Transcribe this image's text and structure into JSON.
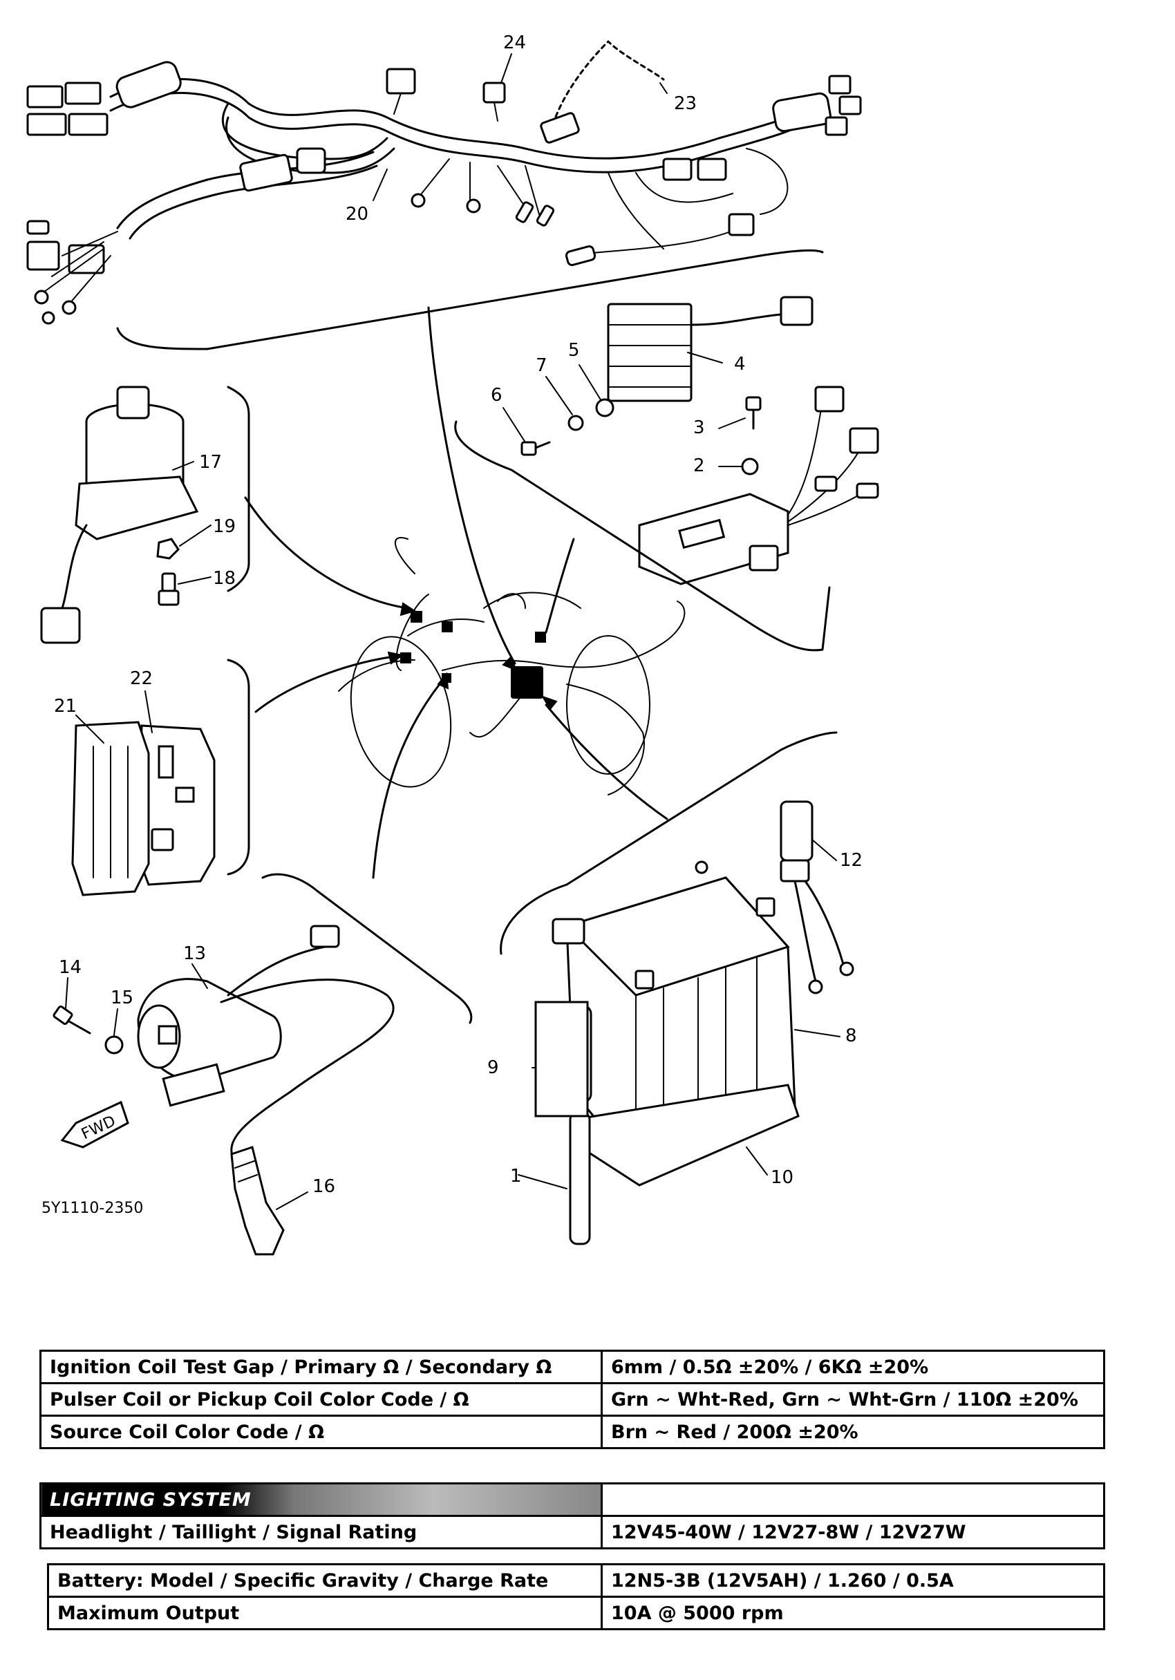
{
  "diagram": {
    "figure_code": "5Y1110-2350",
    "fwd_label": "FWD",
    "callouts": [
      "1",
      "2",
      "3",
      "4",
      "5",
      "6",
      "7",
      "8",
      "9",
      "10",
      "12",
      "13",
      "14",
      "15",
      "16",
      "17",
      "18",
      "19",
      "20",
      "21",
      "22",
      "23",
      "24"
    ]
  },
  "ignition_table": {
    "rows": [
      {
        "label": "Ignition Coil Test Gap / Primary Ω / Secondary Ω",
        "value": "6mm / 0.5Ω ±20% / 6KΩ ±20%"
      },
      {
        "label": "Pulser Coil or Pickup Coil Color Code / Ω",
        "value": "Grn ~ Wht-Red, Grn ~ Wht-Grn / 110Ω ±20%"
      },
      {
        "label": "Source Coil Color Code / Ω",
        "value": "Brn ~ Red / 200Ω ±20%"
      }
    ]
  },
  "lighting_table": {
    "header": "LIGHTING SYSTEM",
    "rows": [
      {
        "label": "Headlight / Taillight / Signal Rating",
        "value": "12V45-40W / 12V27-8W / 12V27W"
      }
    ]
  },
  "battery_table": {
    "rows": [
      {
        "label": "Battery: Model / Specific Gravity / Charge Rate",
        "value": "12N5-3B (12V5AH) / 1.260 / 0.5A"
      },
      {
        "label": "Maximum Output",
        "value": "10A @ 5000 rpm"
      }
    ]
  }
}
